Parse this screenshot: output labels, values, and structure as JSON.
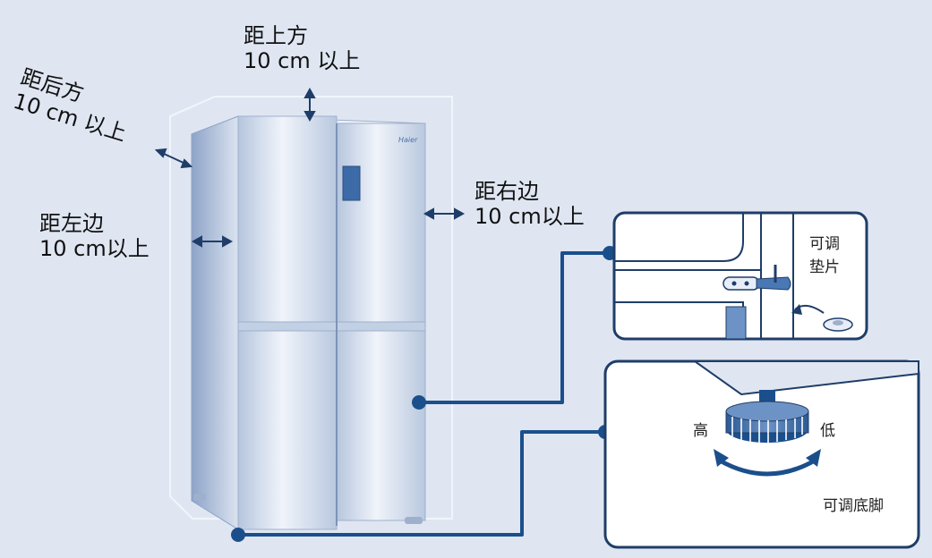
{
  "labels": {
    "top": {
      "line1": "距上方",
      "line2": "10 cm 以上"
    },
    "back": {
      "line1": "距后方",
      "line2": "10 cm 以上"
    },
    "left": {
      "line1": "距左边",
      "line2": "10 cm以上"
    },
    "right": {
      "line1": "距右边",
      "line2": "10 cm以上"
    }
  },
  "brand": "Haier",
  "shim_detail": {
    "label_line1": "可调",
    "label_line2": "垫片"
  },
  "foot_detail": {
    "high": "高",
    "low": "低",
    "caption": "可调底脚"
  },
  "colors": {
    "background": "#dfe6f2",
    "line": "#1b4f8c",
    "outline": "#1f3d68",
    "fridge_body": "#c9d5e8",
    "fridge_edge": "#8ea4c8"
  }
}
